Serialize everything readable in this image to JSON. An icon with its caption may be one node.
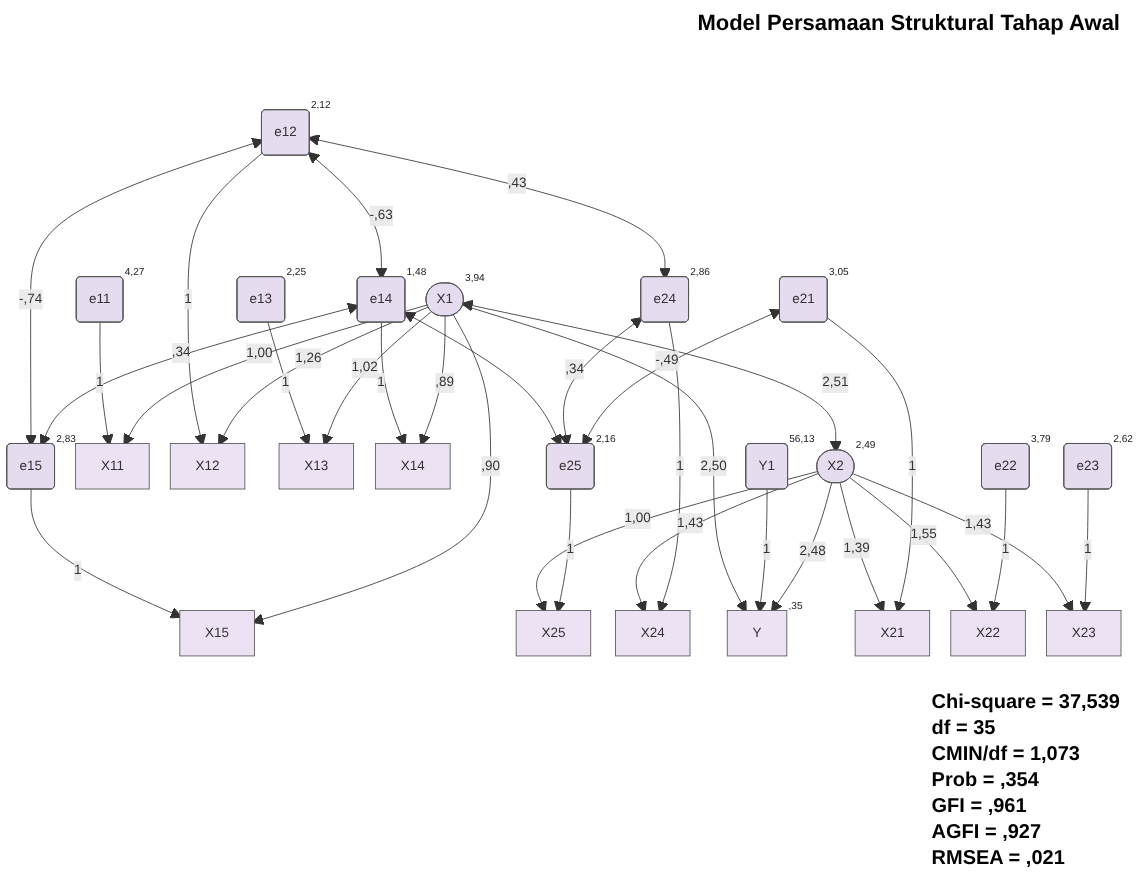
{
  "diagram": {
    "title": "Model Persamaan Struktural Tahap Awal",
    "nodes": [
      {
        "text": [
          "e11"
        ],
        "beside": [
          "4,27"
        ]
      },
      {
        "text": [
          "e12"
        ],
        "beside": [
          "2,12"
        ]
      },
      {
        "text": [
          "e13"
        ],
        "beside": [
          "2,25"
        ]
      },
      {
        "text": [
          "e14"
        ],
        "beside": [
          "1,48"
        ]
      },
      {
        "text": [
          "e15"
        ],
        "beside": [
          "2,83"
        ]
      },
      {
        "text": [
          "X11"
        ]
      },
      {
        "text": [
          "X12"
        ]
      },
      {
        "text": [
          "X13"
        ]
      },
      {
        "text": [
          "X14"
        ]
      },
      {
        "text": [
          "X15"
        ]
      },
      {
        "text": [
          "X1"
        ],
        "beside": [
          "3,94"
        ]
      },
      {
        "text": [
          "Y1"
        ],
        "beside": [
          "56,13"
        ]
      },
      {
        "text": [
          "Y"
        ],
        "beside": [
          ",35"
        ]
      },
      {
        "text": [
          "X2"
        ],
        "beside": [
          "2,49"
        ]
      },
      {
        "text": [
          "X21"
        ]
      },
      {
        "text": [
          "X22"
        ]
      },
      {
        "text": [
          "X23"
        ]
      },
      {
        "text": [
          "X24"
        ]
      },
      {
        "text": [
          "X25"
        ]
      },
      {
        "text": [
          "e21"
        ],
        "beside": [
          "3,05"
        ]
      },
      {
        "text": [
          "e22"
        ],
        "beside": [
          "3,79"
        ]
      },
      {
        "text": [
          "e23"
        ],
        "beside": [
          "2,62"
        ]
      },
      {
        "text": [
          "e24"
        ],
        "beside": [
          "2,86"
        ]
      },
      {
        "text": [
          "e25"
        ],
        "beside": [
          "2,16"
        ]
      }
    ],
    "edges": [
      {
        "from": 0,
        "to": 5,
        "arrow": "to",
        "label": "1"
      },
      {
        "from": 1,
        "to": 6,
        "arrow": "to",
        "label": "1"
      },
      {
        "from": 2,
        "to": 7,
        "arrow": "to",
        "label": "1"
      },
      {
        "from": 3,
        "to": 8,
        "arrow": "to",
        "label": "1"
      },
      {
        "from": 4,
        "to": 9,
        "arrow": "to",
        "label": "1"
      },
      {
        "from": 10,
        "to": 5,
        "arrow": "to",
        "label": "1,00"
      },
      {
        "from": 10,
        "to": 6,
        "arrow": "to",
        "label": "1,26"
      },
      {
        "from": 10,
        "to": 7,
        "arrow": "to",
        "label": "1,02"
      },
      {
        "from": 10,
        "to": 8,
        "arrow": "to",
        "label": ",89"
      },
      {
        "from": 10,
        "to": 9,
        "arrow": "to",
        "label": ",90"
      },
      {
        "from": 10,
        "to": 12,
        "arrow": "to",
        "label": "2,50"
      },
      {
        "from": 11,
        "to": 12,
        "arrow": "to",
        "label": "1"
      },
      {
        "from": 10,
        "to": 13,
        "arrow": "both",
        "label": "2,51"
      },
      {
        "from": 13,
        "to": 12,
        "arrow": "to",
        "label": "2,48"
      },
      {
        "from": 13,
        "to": 14,
        "arrow": "to",
        "label": "1,39"
      },
      {
        "from": 13,
        "to": 15,
        "arrow": "to",
        "label": "1,55"
      },
      {
        "from": 13,
        "to": 16,
        "arrow": "to",
        "label": "1,43"
      },
      {
        "from": 13,
        "to": 17,
        "arrow": "to",
        "label": "1,43"
      },
      {
        "from": 13,
        "to": 18,
        "arrow": "to",
        "label": "1,00"
      },
      {
        "from": 19,
        "to": 14,
        "arrow": "to",
        "label": "1"
      },
      {
        "from": 20,
        "to": 15,
        "arrow": "to",
        "label": "1"
      },
      {
        "from": 21,
        "to": 16,
        "arrow": "to",
        "label": "1"
      },
      {
        "from": 22,
        "to": 17,
        "arrow": "to",
        "label": "1"
      },
      {
        "from": 23,
        "to": 18,
        "arrow": "to",
        "label": "1"
      },
      {
        "from": 1,
        "to": 4,
        "arrow": "both",
        "label": "-,74"
      },
      {
        "from": 1,
        "to": 3,
        "arrow": "both",
        "label": "-,63"
      },
      {
        "from": 3,
        "to": 4,
        "arrow": "both",
        "label": ",34"
      },
      {
        "from": 1,
        "to": 22,
        "arrow": "both",
        "label": ",43"
      },
      {
        "from": 3,
        "to": 23,
        "arrow": "both"
      },
      {
        "from": 22,
        "to": 23,
        "arrow": "both",
        "label": ",34"
      },
      {
        "from": 19,
        "to": 23,
        "arrow": "both",
        "label": "-,49"
      }
    ],
    "labels": [
      "Chi-square = 37,539",
      "df = 35",
      "CMIN/df = 1,073",
      "Prob = ,354",
      "GFI = ,961",
      "AGFI = ,927",
      "RMSEA = ,021"
    ]
  }
}
